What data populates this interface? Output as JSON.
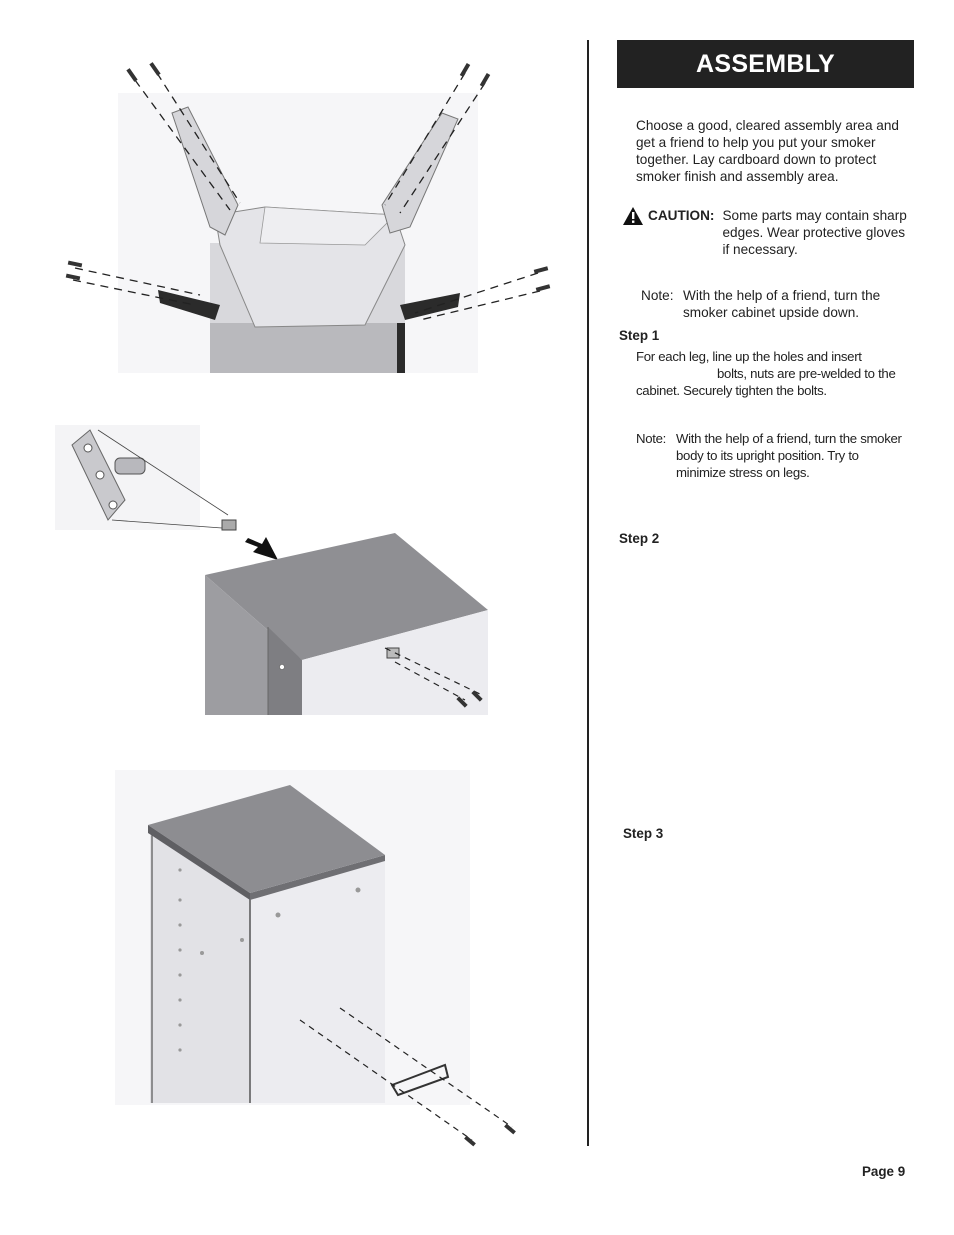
{
  "header": {
    "title": "ASSEMBLY"
  },
  "intro": {
    "text": "Choose a good, cleared assembly area and get a friend to help you put your smoker together. Lay cardboard down to protect smoker finish and assembly area."
  },
  "caution": {
    "label": "CAUTION:",
    "text": "Some parts may contain sharp edges. Wear protective gloves if necessary.",
    "icon": "warning-triangle-icon"
  },
  "note1": {
    "label": "Note:",
    "text": "With the help of a friend, turn the smoker cabinet upside down."
  },
  "step1": {
    "title": "Step 1",
    "line1": "For each leg, line up the holes and insert",
    "line2": "bolts, nuts are pre-welded to the",
    "line3": "cabinet. Securely tighten the bolts."
  },
  "note2": {
    "label": "Note:",
    "text": "With the help of a friend, turn the smoker body to its upright position. Try to minimize stress on legs."
  },
  "step2": {
    "title": "Step 2"
  },
  "step3": {
    "title": "Step 3"
  },
  "footer": {
    "page": "Page 9"
  },
  "colors": {
    "header_bg": "#222222",
    "panel_dark": "#8a8a8a",
    "panel_light": "#e6e6ea"
  }
}
